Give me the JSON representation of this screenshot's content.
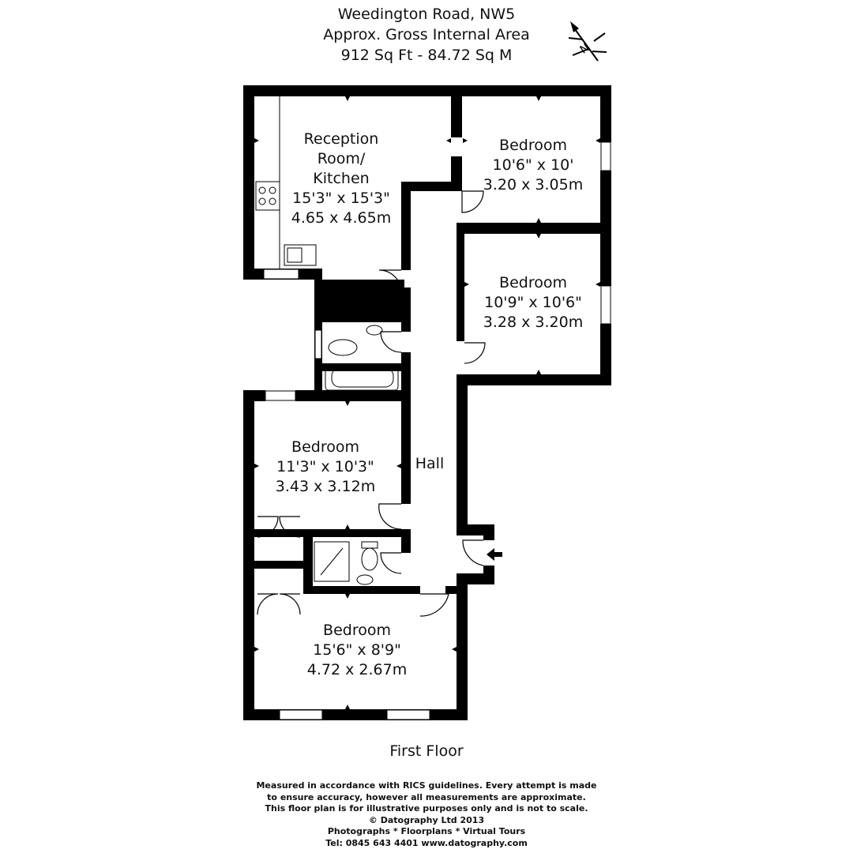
{
  "header": {
    "address": "Weedington Road, NW5",
    "area_label": "Approx. Gross Internal Area",
    "area_value": "912 Sq Ft  -  84.72 Sq M"
  },
  "compass": {
    "icon": "north-arrow-icon",
    "letter": "N"
  },
  "rooms": {
    "reception": {
      "name_line1": "Reception",
      "name_line2": "Room/",
      "name_line3": "Kitchen",
      "imperial": "15'3\" x 15'3\"",
      "metric": "4.65 x 4.65m"
    },
    "bedroom1": {
      "name": "Bedroom",
      "imperial": "10'6\" x 10'",
      "metric": "3.20 x 3.05m"
    },
    "bedroom2": {
      "name": "Bedroom",
      "imperial": "10'9\" x 10'6\"",
      "metric": "3.28 x 3.20m"
    },
    "bedroom3": {
      "name": "Bedroom",
      "imperial": "11'3\" x 10'3\"",
      "metric": "3.43 x 3.12m"
    },
    "bedroom4": {
      "name": "Bedroom",
      "imperial": "15'6\" x 8'9\"",
      "metric": "4.72 x 2.67m"
    },
    "hall": {
      "name": "Hall"
    }
  },
  "floor_label": "First Floor",
  "footer": {
    "line1": "Measured in accordance with RICS guidelines. Every attempt is made",
    "line2": "to ensure accuracy, however all measurements are approximate.",
    "line3": "This floor plan is for illustrative purposes only and is not to scale.",
    "line4": "© Datography Ltd 2013",
    "line5": "Photographs * Floorplans * Virtual Tours",
    "line6": "Tel: 0845 643 4401 www.datography.com"
  },
  "colors": {
    "wall": "#000000",
    "background": "#ffffff"
  }
}
